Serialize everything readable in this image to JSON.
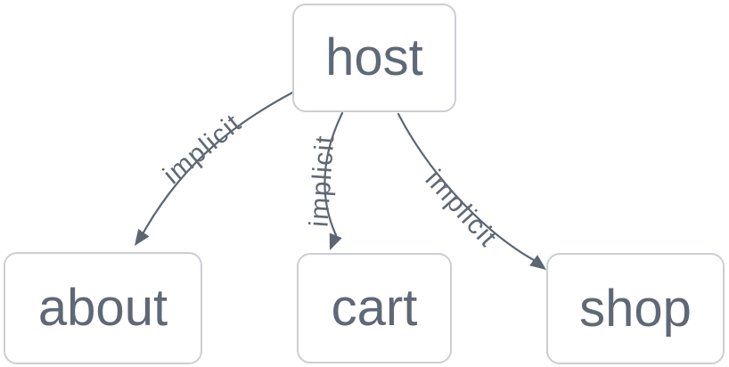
{
  "diagram": {
    "type": "flowchart",
    "direction": "top-down",
    "nodes": [
      {
        "id": "host",
        "label": "host"
      },
      {
        "id": "about",
        "label": "about"
      },
      {
        "id": "cart",
        "label": "cart"
      },
      {
        "id": "shop",
        "label": "shop"
      }
    ],
    "edges": [
      {
        "from": "host",
        "to": "about",
        "label": "implicit",
        "arrow": "arrowhead-icon"
      },
      {
        "from": "host",
        "to": "cart",
        "label": "implicit",
        "arrow": "arrowhead-icon"
      },
      {
        "from": "host",
        "to": "shop",
        "label": "implicit",
        "arrow": "arrowhead-icon"
      }
    ],
    "colors": {
      "background": "#ffffff",
      "node_border": "#cbced3",
      "node_fill": "#ffffff",
      "node_text": "#5f6876",
      "edge_stroke": "#5c6673",
      "edge_label_text": "#5f6876"
    }
  }
}
